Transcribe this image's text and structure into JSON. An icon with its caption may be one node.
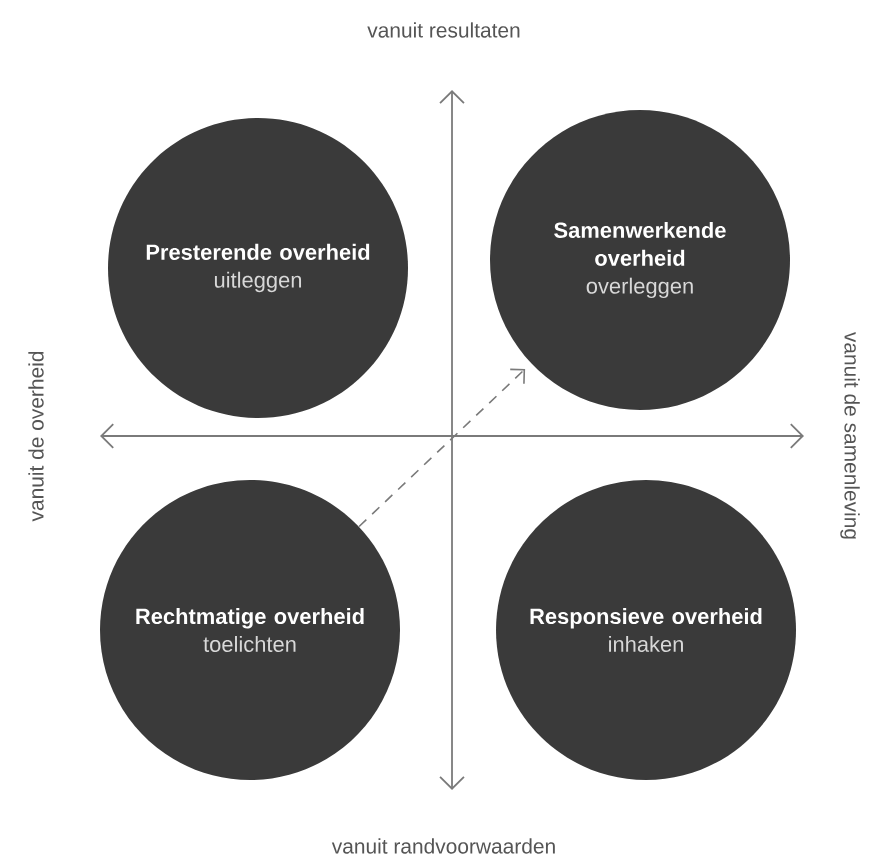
{
  "diagram": {
    "nodes": [
      {
        "text": [
          "Presterende overheid",
          "uitleggen"
        ]
      },
      {
        "text": [
          "Samenwerkende overheid",
          "overleggen"
        ]
      },
      {
        "text": [
          "Rechtmatige overheid",
          "toelichten"
        ]
      },
      {
        "text": [
          "Responsieve overheid",
          "inhaken"
        ]
      }
    ],
    "edges": [
      {
        "from": 2,
        "to": 1,
        "arrow": "to",
        "style": "dashed"
      }
    ],
    "labels": [
      "vanuit resultaten",
      "vanuit de overheid",
      "vanuit de samenleving",
      "vanuit randvoorwaarden"
    ]
  }
}
